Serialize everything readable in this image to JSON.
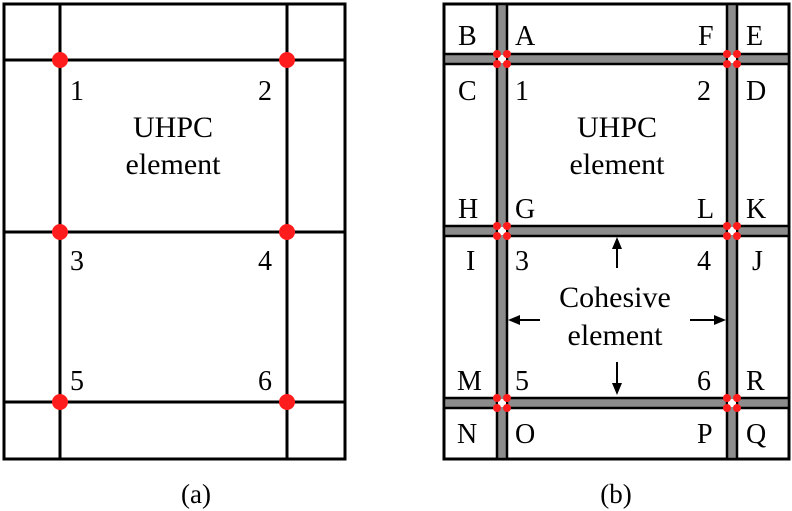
{
  "colors": {
    "line": "#000000",
    "node": "#ff1c1c",
    "cohesive_fill": "#8c8c8c",
    "background": "#ffffff"
  },
  "panel_a": {
    "node_labels": [
      "1",
      "2",
      "3",
      "4",
      "5",
      "6"
    ],
    "element_label_line1": "UHPC",
    "element_label_line2": "element",
    "caption": "(a)"
  },
  "panel_b": {
    "node_labels": [
      "1",
      "2",
      "3",
      "4",
      "5",
      "6"
    ],
    "corner_labels": [
      "B",
      "A",
      "F",
      "E",
      "C",
      "D",
      "H",
      "G",
      "L",
      "K",
      "I",
      "J",
      "M",
      "R",
      "N",
      "O",
      "P",
      "Q"
    ],
    "element_label_line1": "UHPC",
    "element_label_line2": "element",
    "cohesive_label_line1": "Cohesive",
    "cohesive_label_line2": "element",
    "caption": "(b)"
  }
}
